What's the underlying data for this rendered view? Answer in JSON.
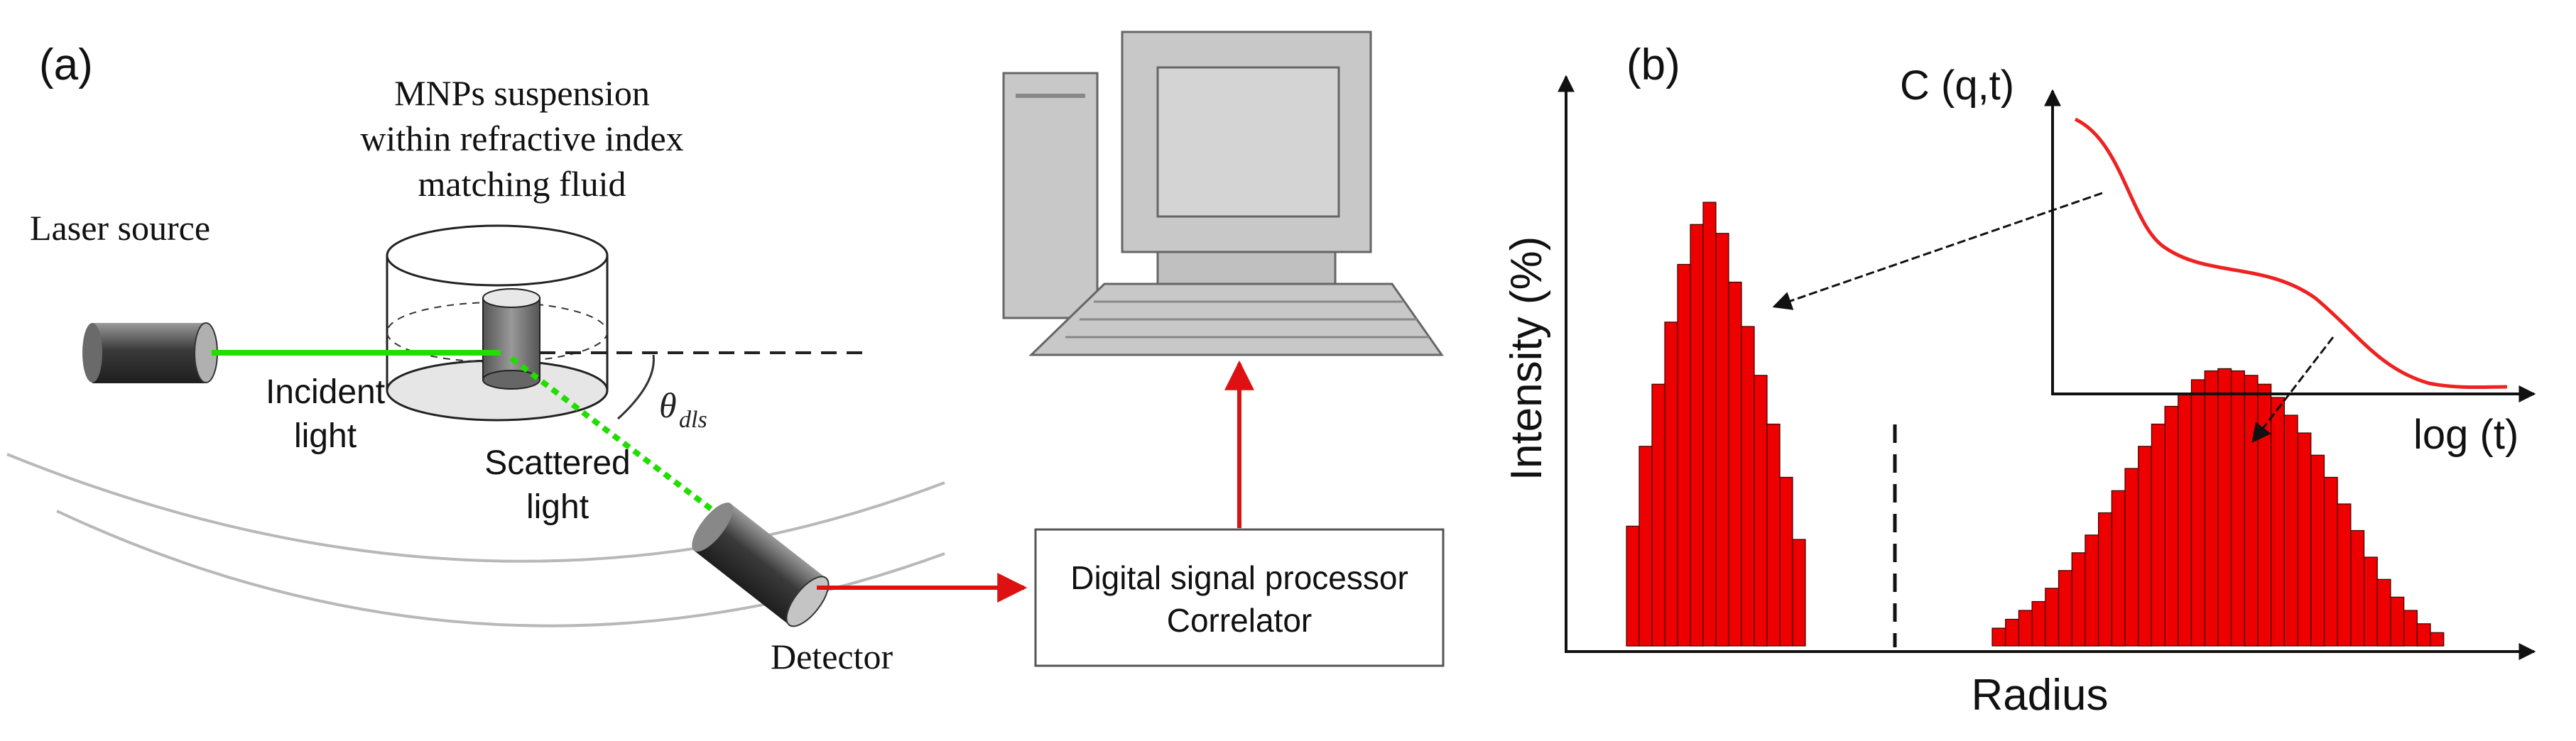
{
  "panel_a": {
    "label": "(a)",
    "suspension_label": [
      "MNPs suspension",
      "within refractive index",
      "matching fluid"
    ],
    "laser_label": "Laser source",
    "incident_label": [
      "Incident",
      "light"
    ],
    "scattered_label": [
      "Scattered",
      "light"
    ],
    "theta_symbol": "θ",
    "theta_subscript": "dls",
    "detector_label": "Detector",
    "processor_label": [
      "Digital signal processor",
      "Correlator"
    ]
  },
  "panel_b": {
    "label": "(b)",
    "y_axis_label": "Intensity (%)",
    "x_axis_label": "Radius",
    "inset_y_label": "C (q,t)",
    "inset_x_label": "log (t)"
  },
  "colors": {
    "bar_fill": "#ee0000",
    "beam_green": "#22dd00",
    "arrow_red": "#dd1111",
    "curve_red": "#ee2222",
    "computer_gray": "#c8c8c8"
  },
  "chart_data": {
    "type": "bar",
    "title": "",
    "xlabel": "Radius",
    "ylabel": "Intensity (%)",
    "series": [
      {
        "values": [
          0.27,
          0.45,
          0.59,
          0.73,
          0.86,
          0.95,
          1.0,
          0.93,
          0.82,
          0.72,
          0.61,
          0.5,
          0.38,
          0.24
        ]
      },
      {
        "values": [
          0.04,
          0.06,
          0.08,
          0.1,
          0.13,
          0.17,
          0.21,
          0.25,
          0.3,
          0.35,
          0.4,
          0.45,
          0.5,
          0.54,
          0.57,
          0.6,
          0.62,
          0.625,
          0.62,
          0.61,
          0.59,
          0.56,
          0.52,
          0.48,
          0.43,
          0.38,
          0.32,
          0.26,
          0.2,
          0.15,
          0.11,
          0.08,
          0.05,
          0.03
        ]
      }
    ]
  }
}
